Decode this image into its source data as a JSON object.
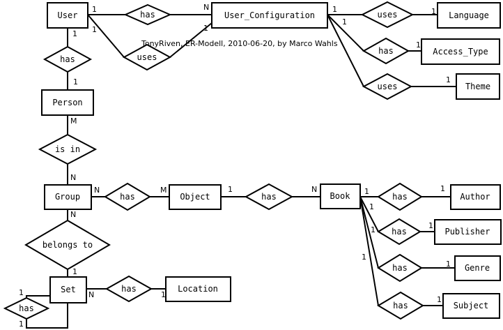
{
  "caption": "TonyRiven, ER-Modell, 2010-06-20, by Marco Wahls",
  "entities": {
    "user": "User",
    "user_configuration": "User_Configuration",
    "language": "Language",
    "access_type": "Access_Type",
    "theme": "Theme",
    "person": "Person",
    "group": "Group",
    "object": "Object",
    "book": "Book",
    "author": "Author",
    "publisher": "Publisher",
    "genre": "Genre",
    "subject": "Subject",
    "set": "Set",
    "location": "Location"
  },
  "relations": {
    "user_has_config": "has",
    "user_uses_config": "uses",
    "config_uses_language": "uses",
    "config_has_access": "has",
    "config_uses_theme": "uses",
    "user_has_person": "has",
    "person_is_in_group": "is in",
    "group_has_object": "has",
    "object_has_book": "has",
    "book_has_author": "has",
    "book_has_publisher": "has",
    "book_has_genre": "has",
    "book_has_subject": "has",
    "group_belongs_to_set": "belongs to",
    "set_has_location": "has",
    "set_has_set": "has"
  },
  "cardinalities": {
    "user_has_config_user": "1",
    "user_has_config_config": "N",
    "user_uses_config_user": "1",
    "user_uses_config_config": "1",
    "config_language_config": "1",
    "config_language_language": "1",
    "config_access_config": "1",
    "config_access_access": "1",
    "config_theme_theme": "1",
    "user_person_user": "1",
    "user_person_person": "1",
    "person_group_person": "M",
    "person_group_group": "N",
    "group_object_group": "N",
    "group_object_object": "M",
    "object_book_object": "1",
    "object_book_book": "N",
    "book_author_book": "1",
    "book_author_author": "1",
    "book_publisher_book": "1",
    "book_publisher_publisher": "1",
    "book_genre_book": "1",
    "book_genre_genre": "1",
    "book_subject_book": "1",
    "book_subject_subject": "1",
    "group_set_group": "N",
    "group_set_set": "1",
    "set_location_set": "N",
    "set_location_location": "1",
    "set_self_top": "1",
    "set_self_bottom": "1"
  }
}
